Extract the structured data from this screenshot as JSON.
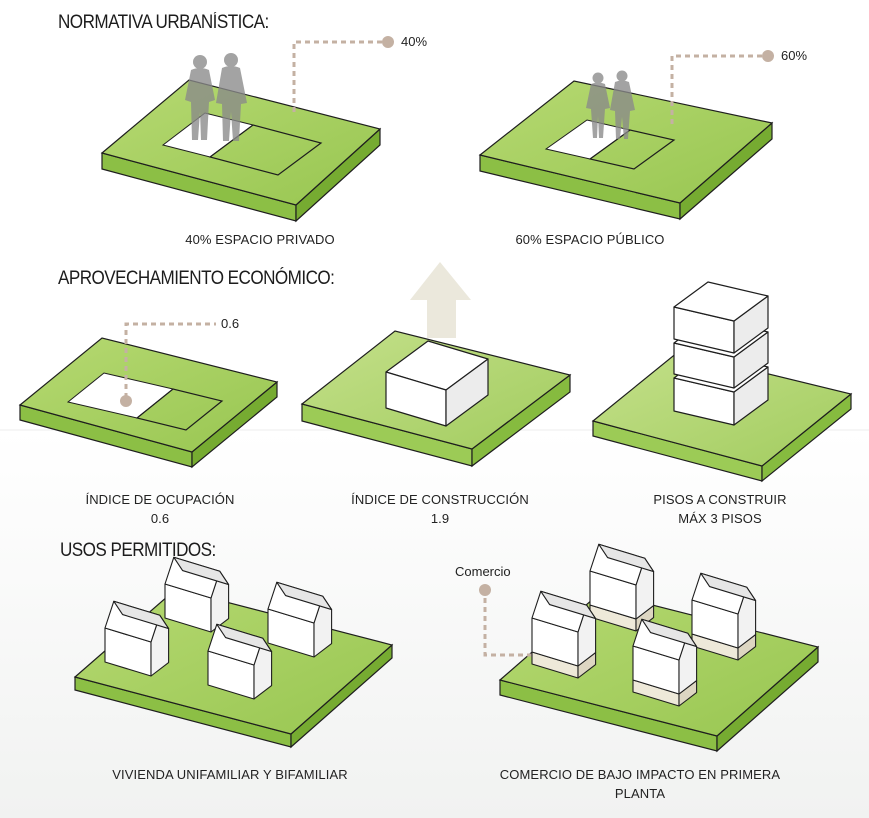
{
  "sections": {
    "normativa": "NORMATIVA URBANÍSTICA:",
    "aprovechamiento": "APROVECHAMIENTO ECONÓMICO:",
    "usos": "USOS PERMITIDOS:"
  },
  "normativa": {
    "private": {
      "callout": "40%",
      "caption": "40% ESPACIO PRIVADO"
    },
    "public": {
      "callout": "60%",
      "caption": "60% ESPACIO PÚBLICO"
    }
  },
  "aprovechamiento": {
    "ocupacion": {
      "callout": "0.6",
      "caption": "ÍNDICE DE OCUPACIÓN",
      "value": "0.6"
    },
    "construccion": {
      "caption": "ÍNDICE DE CONSTRUCCIÓN",
      "value": "1.9"
    },
    "pisos": {
      "caption": "PISOS A CONSTRUIR",
      "value": "MÁX 3 PISOS"
    }
  },
  "usos": {
    "vivienda": {
      "caption": "VIVIENDA UNIFAMILIAR Y BIFAMILIAR"
    },
    "comercio": {
      "callout": "Comercio",
      "caption_line1": "COMERCIO DE BAJO IMPACTO EN PRIMERA",
      "caption_line2": "PLANTA"
    }
  },
  "colors": {
    "green_top": "#a3cf5d",
    "green_side": "#86bb3f",
    "green_dark": "#6ea22c",
    "callout": "#c4b1a3",
    "arrow": "#ebe8dc",
    "commerce_band": "#eee9d9"
  }
}
